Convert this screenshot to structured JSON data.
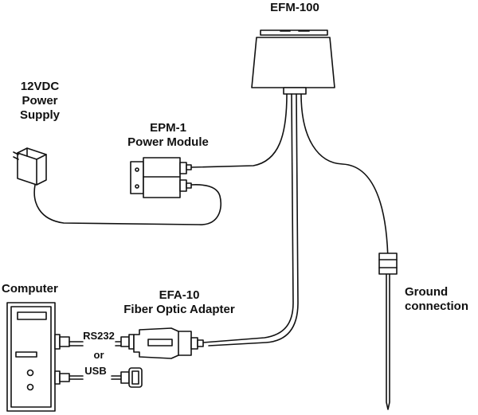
{
  "labels": {
    "efm100": "EFM-100",
    "power_supply": [
      "12VDC",
      "Power",
      "Supply"
    ],
    "epm1": [
      "EPM-1",
      "Power Module"
    ],
    "computer": "Computer",
    "efa10": [
      "EFA-10",
      "Fiber Optic Adapter"
    ],
    "rs232": "RS232",
    "or": "or",
    "usb": "USB",
    "ground": [
      "Ground",
      "connection"
    ]
  }
}
